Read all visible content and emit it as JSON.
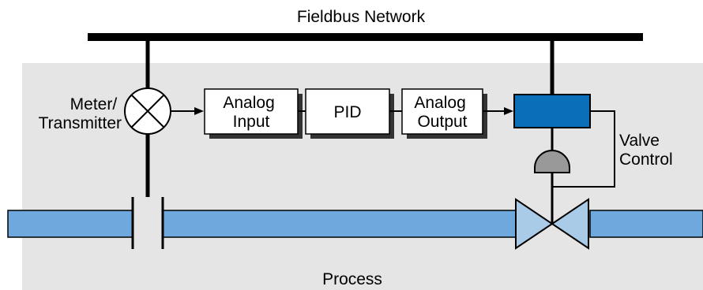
{
  "network": {
    "label": "Fieldbus Network"
  },
  "process": {
    "label": "Process"
  },
  "meter": {
    "label_line1": "Meter/",
    "label_line2": "Transmitter"
  },
  "blocks": {
    "analog_input": {
      "line1": "Analog",
      "line2": "Input"
    },
    "pid": {
      "label": "PID"
    },
    "analog_output": {
      "line1": "Analog",
      "line2": "Output"
    }
  },
  "valve_control": {
    "line1": "Valve",
    "line2": "Control"
  },
  "colors": {
    "process_area": "#e5e5e5",
    "pipe": "#6fa8dc",
    "valve_body": "#a9cbe8",
    "controller": "#0a6fb8",
    "actuator": "#999999",
    "block_shadow": "#333333"
  }
}
